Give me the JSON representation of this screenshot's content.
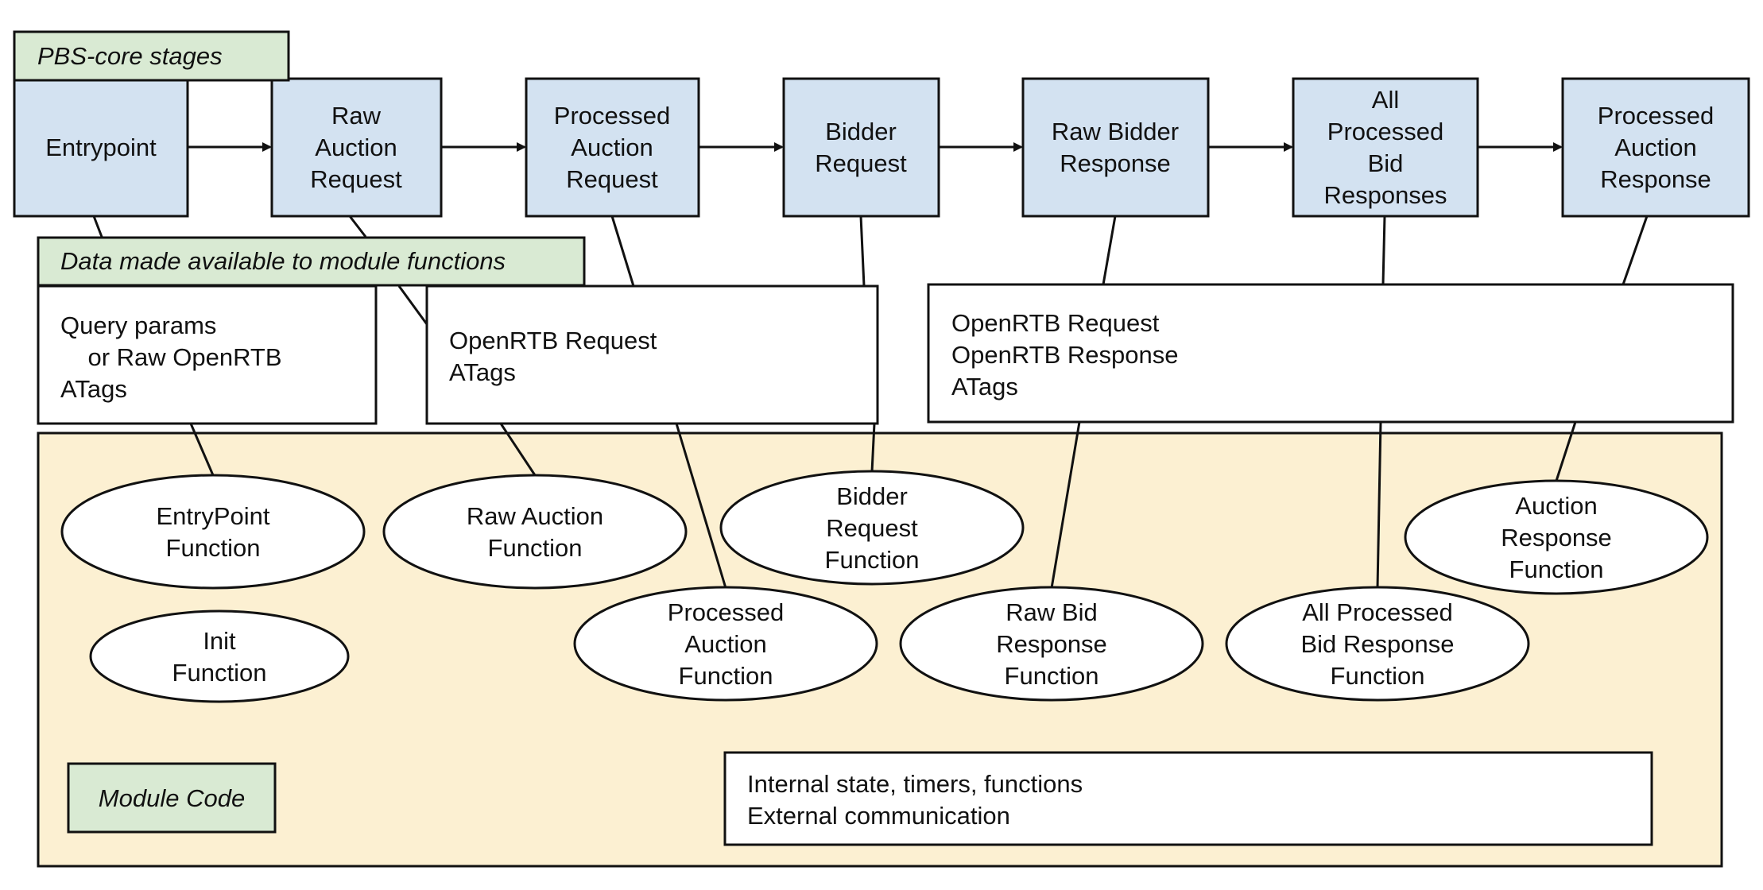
{
  "labels": {
    "pbs_core_stages": "PBS-core stages",
    "data_available": "Data made available to module functions",
    "module_code": "Module Code"
  },
  "stages": [
    {
      "lines": [
        "Entrypoint"
      ]
    },
    {
      "lines": [
        "Raw",
        "Auction",
        "Request"
      ]
    },
    {
      "lines": [
        "Processed",
        "Auction",
        "Request"
      ]
    },
    {
      "lines": [
        "Bidder",
        "Request"
      ]
    },
    {
      "lines": [
        "Raw Bidder",
        "Response"
      ]
    },
    {
      "lines": [
        "All",
        "Processed",
        "Bid",
        "Responses"
      ]
    },
    {
      "lines": [
        "Processed",
        "Auction",
        "Response"
      ]
    }
  ],
  "data_boxes": [
    {
      "lines": [
        "Query params",
        "    or Raw OpenRTB",
        "ATags"
      ]
    },
    {
      "lines": [
        "OpenRTB Request",
        "ATags"
      ]
    },
    {
      "lines": [
        "OpenRTB Request",
        "OpenRTB Response",
        "ATags"
      ]
    }
  ],
  "functions": [
    {
      "lines": [
        "EntryPoint",
        "Function"
      ]
    },
    {
      "lines": [
        "Init",
        "Function"
      ]
    },
    {
      "lines": [
        "Raw Auction",
        "Function"
      ]
    },
    {
      "lines": [
        "Processed",
        "Auction",
        "Function"
      ]
    },
    {
      "lines": [
        "Bidder",
        "Request",
        "Function"
      ]
    },
    {
      "lines": [
        "Raw Bid",
        "Response",
        "Function"
      ]
    },
    {
      "lines": [
        "All Processed",
        "Bid Response",
        "Function"
      ]
    },
    {
      "lines": [
        "Auction",
        "Response",
        "Function"
      ]
    }
  ],
  "internal_box": {
    "lines": [
      "Internal state, timers, functions",
      "External communication"
    ]
  },
  "colors": {
    "stage_fill": "#d3e2f1",
    "label_fill": "#d9ead3",
    "module_fill": "#fcf0d2",
    "stroke": "#111111",
    "white": "#ffffff"
  }
}
